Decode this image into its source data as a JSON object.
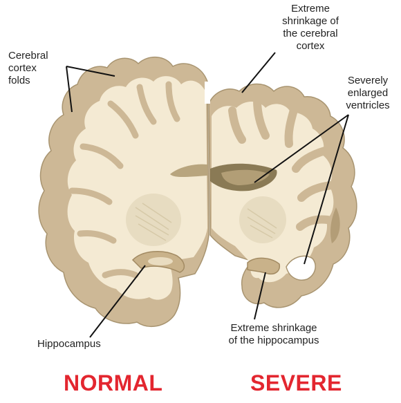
{
  "labels": {
    "cortex_folds": [
      "Cerebral",
      "cortex",
      "folds"
    ],
    "cortex_shrinkage": [
      "Extreme",
      "shrinkage of",
      "the cerebral",
      "cortex"
    ],
    "ventricles": [
      "Severely",
      "enlarged",
      "ventricles"
    ],
    "hippocampus": "Hippocampus",
    "hippocampus_shrinkage": [
      "Extreme shrinkage",
      "of the hippocampus"
    ]
  },
  "captions": {
    "normal": "NORMAL",
    "severe": "SEVERE"
  },
  "colors": {
    "caption": "#e3262f",
    "cortex": "#cdb896",
    "white_matter": "#f4ead3",
    "leader_line": "#111111",
    "ventricle": "#8a7a55"
  }
}
